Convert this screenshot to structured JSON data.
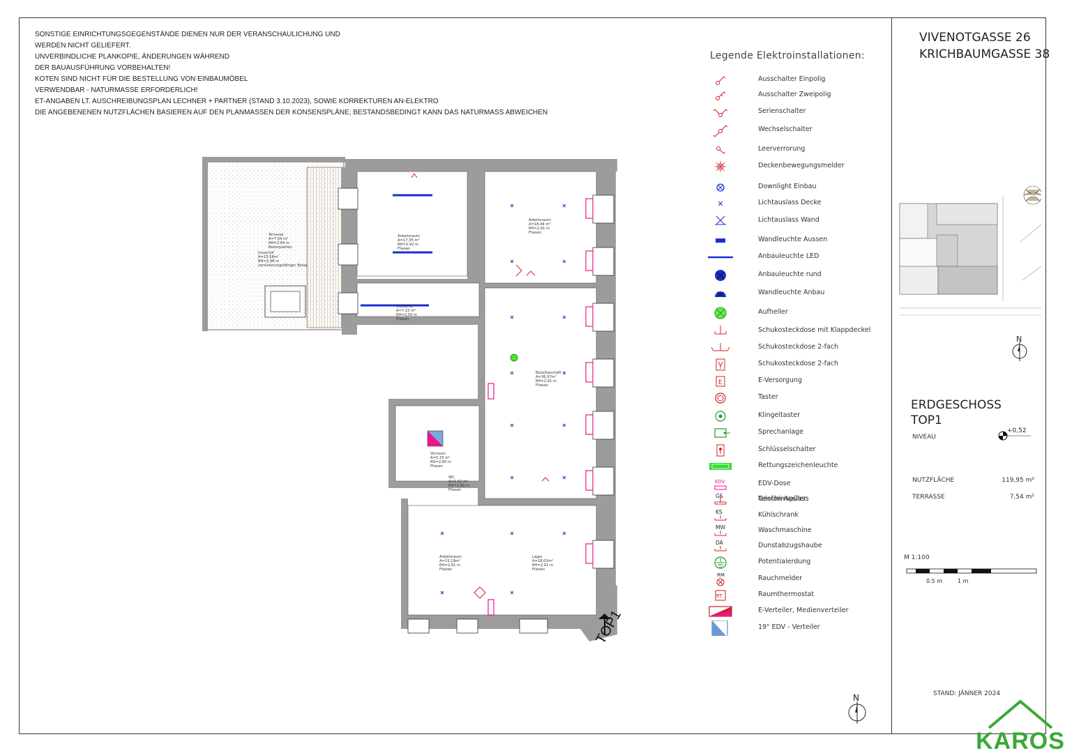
{
  "notes": [
    "SONSTIGE EINRICHTUNGSGEGENSTÄNDE DIENEN NUR DER VERANSCHAULICHUNG UND",
    " WERDEN NICHT GELIEFERT.",
    "UNVERBINDLICHE PLANKOPIE, ÄNDERUNGEN WÄHREND",
    "DER BAUAUSFÜHRUNG VORBEHALTEN!",
    "KOTEN SIND NICHT FÜR DIE BESTELLUNG VON EINBAUMÖBEL",
    "VERWENDBAR - NATURMASSE ERFORDERLICH!",
    "ET-ANGABEN LT. AUSCHREIBUNGSPLAN LECHNER + PARTNER (STAND 3.10.2023), SOWIE KORREKTUREN AN-ELEKTRO",
    "DIE ANGEBENENEN NUTZFLÄCHEN BASIEREN AUF DEN PLANMASSEN DER KONSENSPLÄNE; BESTANDSBEDINGT KANN DAS NATURMASS ABWEICHEN"
  ],
  "address": {
    "line1": "VIVENOTGASSE 26",
    "line2": "KRICHBAUMGASSE 38"
  },
  "floor": {
    "line1": "ERDGESCHOSS",
    "line2": "TOP1",
    "niveau_label": "NIVEAU",
    "niveau_value": "+0,52"
  },
  "areas": {
    "nutz_label": "NUTZFLÄCHE",
    "nutz_value": "119,95 m²",
    "terr_label": "TERRASSE",
    "terr_value": "7,54 m²"
  },
  "scale": {
    "label": "M 1:100",
    "mark1": "0.5 m",
    "mark2": "1 m"
  },
  "stand": "STAND:   JÄNNER 2024",
  "north": "N",
  "logo_text": "KAROS",
  "plan_label": "TOP1",
  "legend": {
    "title": "Legende Elektroinstallationen:",
    "items": [
      {
        "label": "Ausschalter Einpolig",
        "icon": "switch-single-icon"
      },
      {
        "label": "Ausschalter Zweipolig",
        "icon": "switch-double-icon"
      },
      {
        "label": "Serienschalter",
        "icon": "series-switch-icon"
      },
      {
        "label": "Wechselschalter",
        "icon": "changeover-switch-icon"
      },
      {
        "label": "Leerverrorung",
        "icon": "empty-conduit-icon"
      },
      {
        "label": "Deckenbewegungsmelder",
        "icon": "motion-detector-icon"
      },
      {
        "label": "Downlight Einbau",
        "icon": "downlight-icon"
      },
      {
        "label": "Lichtauslass Decke",
        "icon": "ceiling-light-icon"
      },
      {
        "label": "Lichtauslass Wand",
        "icon": "wall-light-icon"
      },
      {
        "label": "Wandleuchte Aussen",
        "icon": "outdoor-wall-light-icon"
      },
      {
        "label": "Anbauleuchte LED",
        "icon": "led-light-icon"
      },
      {
        "label": "Anbauleuchte rund",
        "icon": "round-light-icon"
      },
      {
        "label": "Wandleuchte Anbau",
        "icon": "wall-mounted-light-icon"
      },
      {
        "label": "Aufheller",
        "icon": "brightener-icon"
      },
      {
        "label": "Schukosteckdose mit Klappdeckel",
        "icon": "socket-cover-icon"
      },
      {
        "label": "Schukosteckdose 2-fach",
        "icon": "socket-double-icon"
      },
      {
        "label": "Schukosteckdose 2-fach",
        "icon": "socket-double-box-icon"
      },
      {
        "label": "E-Versorgung",
        "icon": "power-supply-icon"
      },
      {
        "label": "Taster",
        "icon": "push-button-icon"
      },
      {
        "label": "Klingeltaster",
        "icon": "doorbell-icon"
      },
      {
        "label": "Sprechanlage",
        "icon": "intercom-icon"
      },
      {
        "label": "Schlüsselschalter",
        "icon": "key-switch-icon"
      },
      {
        "label": "Rettungszeichenleuchte",
        "icon": "emergency-light-icon"
      },
      {
        "label": "EDV-Dose",
        "icon": "data-socket-icon"
      },
      {
        "label": "Telefon-Auslass",
        "icon": "phone-outlet-icon"
      },
      {
        "label": "Geschirrspüler",
        "icon": "dishwasher-icon",
        "code": "GS"
      },
      {
        "label": "Kühlschrank",
        "icon": "fridge-icon",
        "code": "KS"
      },
      {
        "label": "Waschmaschine",
        "icon": "washer-icon",
        "code": "MW"
      },
      {
        "label": "Dunstabzugshaube",
        "icon": "hood-icon",
        "code": "DA"
      },
      {
        "label": "Potentialerdung",
        "icon": "grounding-icon"
      },
      {
        "label": "Rauchmelder",
        "icon": "smoke-detector-icon",
        "code": "RM"
      },
      {
        "label": "Raumthermostat",
        "icon": "thermostat-icon",
        "code": "RT"
      },
      {
        "label": "E-Verteiler, Medienverteiler",
        "icon": "distributor-icon"
      },
      {
        "label": "19\" EDV - Verteiler",
        "icon": "rack-icon"
      }
    ]
  },
  "rooms": [
    {
      "name": "Terrasse",
      "line2": "A=7,54 m²",
      "line3": "RH=2,84 m",
      "line4": "Betonplatten"
    },
    {
      "name": "Innenhof",
      "line2": "A=23,58m²",
      "line3": "RH=2,98 m",
      "line4": "versickerungsfähiger Belag"
    },
    {
      "name": "Arbeitsraum",
      "line2": "A=17,35 m²",
      "line3": "RH=2,92 m",
      "line4": "Fliesen"
    },
    {
      "name": "Arbeitsraum",
      "line2": "A=18,44 m²",
      "line3": "RH=2,91 m",
      "line4": "Fliesen"
    },
    {
      "name": "Teeküche",
      "line2": "A=7,15 m²",
      "line3": "RH=2,50 m",
      "line4": "Fliesen"
    },
    {
      "name": "Büro/Geschäft",
      "line2": "A=36,97m²",
      "line3": "RH=2,91 m",
      "line4": "Fliesen"
    },
    {
      "name": "Vorraum",
      "line2": "A=5,33 m²",
      "line3": "RH=2,80 m",
      "line4": "Fliesen"
    },
    {
      "name": "WC",
      "line2": "A=1,52 m²",
      "line3": "RH=2,80 m",
      "line4": "Fliesen"
    },
    {
      "name": "Arbeitsraum",
      "line2": "A=15,19m²",
      "line3": "RH=2,91 m",
      "line4": "Fliesen"
    },
    {
      "name": "Lager",
      "line2": "A=18,03m²",
      "line3": "RH=2,91 m",
      "line4": "Fliesen"
    }
  ]
}
